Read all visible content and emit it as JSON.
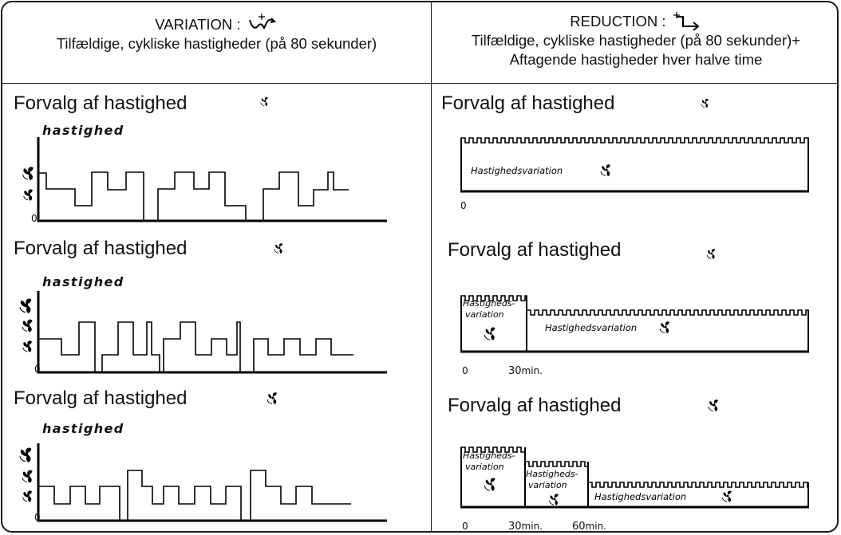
{
  "left_header": {
    "title": "VARIATION :",
    "subtitle": "Tilfældige, cykliske hastigheder (på 80 sekunder)"
  },
  "right_header": {
    "title": "REDUCTION :",
    "subtitle": "Tilfældige, cykliske hastigheder (på 80 sekunder)+",
    "subtitle2": "Aftagende hastigheder hver halve time"
  },
  "left": {
    "panels": [
      {
        "label": "Forvalg af hastighed",
        "ylabel": "hastighed",
        "zero": "0"
      },
      {
        "label": "Forvalg af hastighed",
        "ylabel": "hastighed",
        "zero": "0"
      },
      {
        "label": "Forvalg af hastighed",
        "ylabel": "hastighed",
        "zero": "0"
      }
    ]
  },
  "right": {
    "panels": [
      {
        "label": "Forvalg af hastighed",
        "zero": "0",
        "box_label": "Hastighedsvariation"
      },
      {
        "label": "Forvalg af hastighed",
        "zero": "0",
        "t30": "30",
        "unit": "min.",
        "box_label": "Hastighedsvariation",
        "small_a": "Hastigheds-",
        "small_b": "variation"
      },
      {
        "label": "Forvalg af hastighed",
        "zero": "0",
        "t30": "30",
        "t60": "60",
        "unit": "min.",
        "box_label": "Hastighedsvariation",
        "small_a": "Hastigheds-",
        "small_b": "variation"
      }
    ]
  },
  "icons": [
    "fan-icon",
    "variation-wave-icon",
    "reduction-arrow-icon"
  ]
}
